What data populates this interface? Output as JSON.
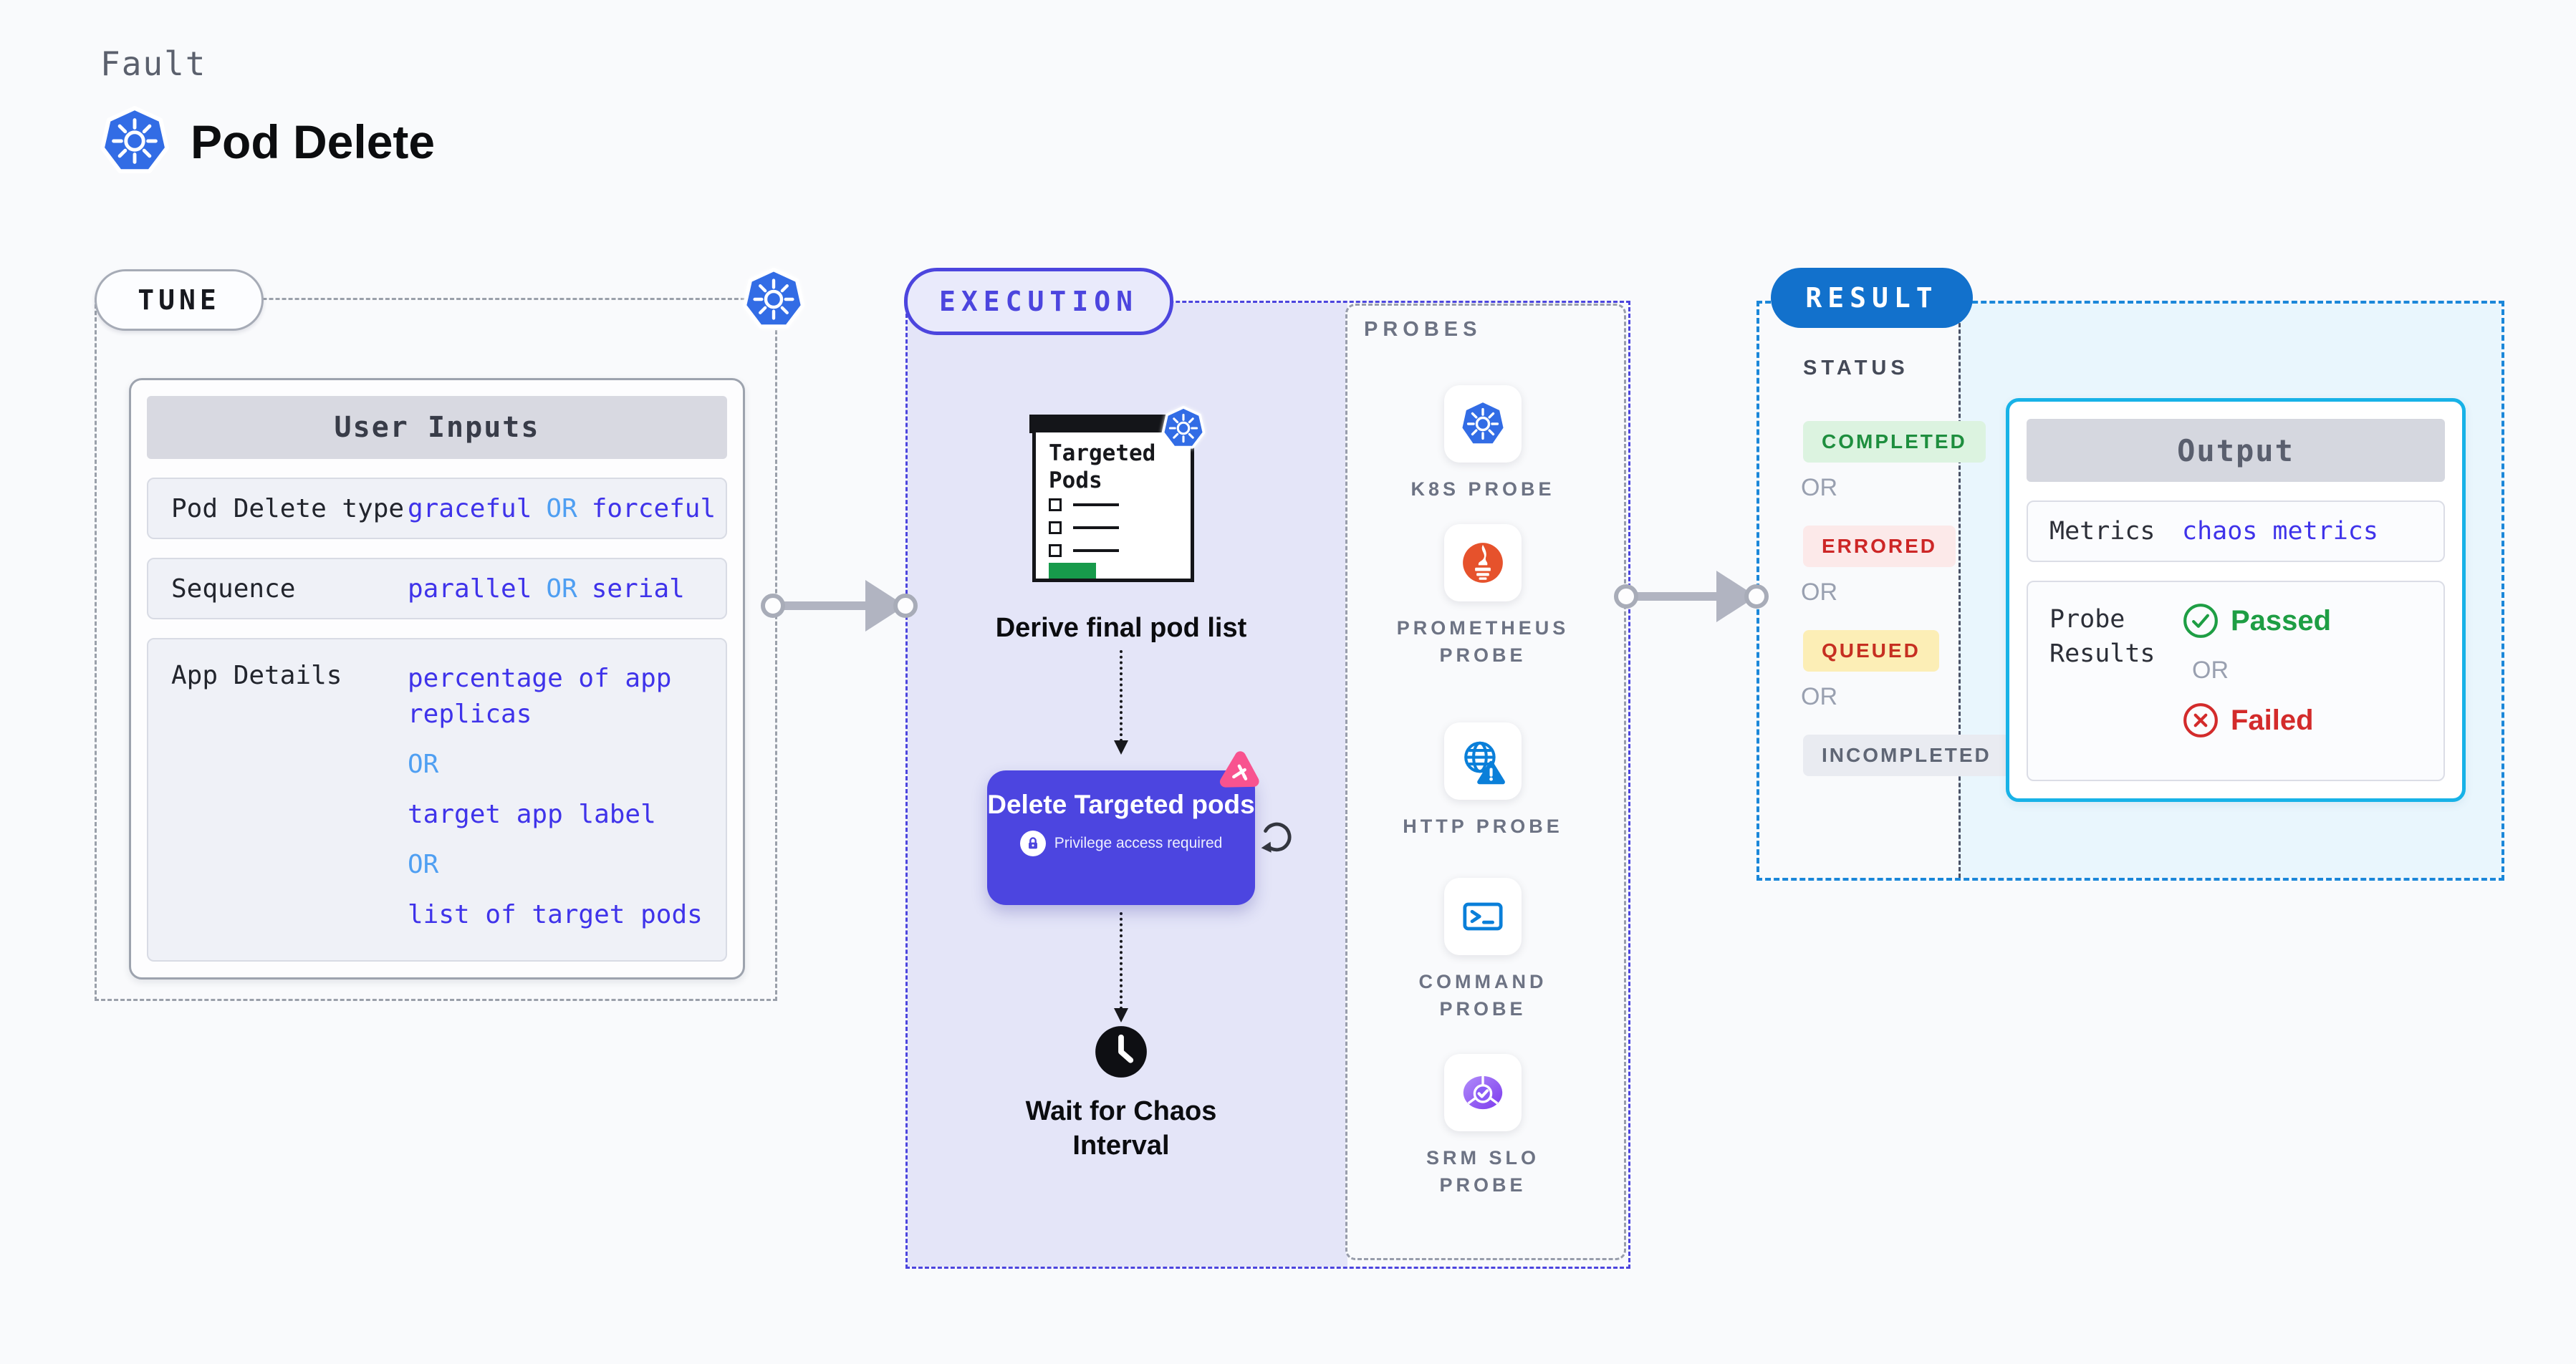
{
  "header": {
    "eyebrow": "Fault",
    "title": "Pod Delete"
  },
  "tune": {
    "label": "TUNE",
    "user_inputs": {
      "title": "User Inputs",
      "rows": [
        {
          "label": "Pod Delete type",
          "parts": [
            "graceful",
            "OR",
            "forceful"
          ]
        },
        {
          "label": "Sequence",
          "parts": [
            "parallel",
            "OR",
            "serial"
          ]
        },
        {
          "label": "App Details",
          "lines": [
            "percentage of app replicas",
            "OR",
            "target app label",
            "OR",
            "list of target pods"
          ]
        }
      ]
    }
  },
  "execution": {
    "label": "EXECUTION",
    "targeted_pods_title": "Targeted Pods",
    "derive_caption": "Derive final pod list",
    "delete_button": {
      "title": "Delete Targeted pods",
      "note": "Privilege access required"
    },
    "wait_caption": "Wait for Chaos Interval",
    "probes": {
      "heading": "PROBES",
      "items": [
        {
          "name": "K8S PROBE",
          "icon": "kubernetes-icon"
        },
        {
          "name": "PROMETHEUS PROBE",
          "icon": "prometheus-icon"
        },
        {
          "name": "HTTP PROBE",
          "icon": "http-globe-icon"
        },
        {
          "name": "COMMAND PROBE",
          "icon": "terminal-icon"
        },
        {
          "name": "SRM SLO PROBE",
          "icon": "srm-slo-icon"
        }
      ]
    }
  },
  "result": {
    "label": "RESULT",
    "status": {
      "heading": "STATUS",
      "or": "OR",
      "badges": [
        {
          "label": "COMPLETED",
          "color": "#1e8e3e",
          "bg": "#dcf3e0"
        },
        {
          "label": "ERRORED",
          "color": "#cd2626",
          "bg": "#fce9e9"
        },
        {
          "label": "QUEUED",
          "color": "#c62f21",
          "bg": "#fceeb6"
        },
        {
          "label": "INCOMPLETED",
          "color": "#5f6675",
          "bg": "#e9ebf1"
        }
      ]
    },
    "output": {
      "title": "Output",
      "metrics_label": "Metrics",
      "metrics_value": "chaos metrics",
      "probe_results_label": "Probe Results",
      "passed": "Passed",
      "or": "OR",
      "failed": "Failed"
    }
  },
  "colors": {
    "kubernetes_blue": "#326ce5",
    "execution_indigo": "#4c45de",
    "execution_fill": "#e4e5f8",
    "result_blue": "#1271cc",
    "result_dash": "#1b87d9",
    "output_border_cyan": "#17b2e7",
    "result_fill_cyan": "#e9f6fd",
    "value_blue": "#3f33ea",
    "or_light_blue": "#4f9ff2",
    "arrow_gray": "#b1b4c1",
    "prometheus_orange": "#e6522c",
    "http_blue": "#0a7fd9",
    "srm_violet": "#7c3aed",
    "chaos_pink": "#f8538f",
    "passed_green": "#1e9e44",
    "failed_red": "#d32b2b",
    "targeted_green": "#179a4b"
  }
}
